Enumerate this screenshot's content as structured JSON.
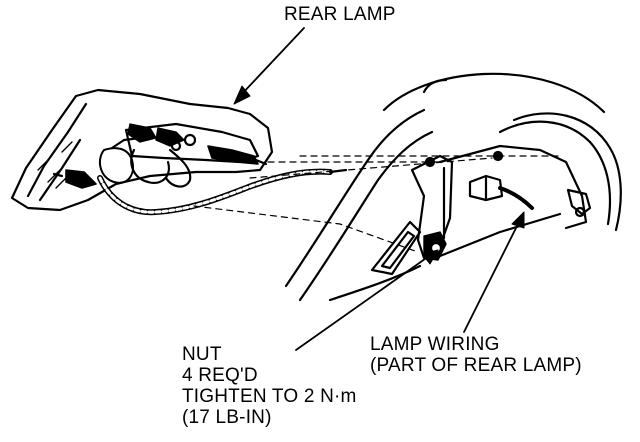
{
  "labels": {
    "rear_lamp": "REAR LAMP",
    "lamp_wiring": {
      "line1": "LAMP WIRING",
      "line2": "(PART OF REAR LAMP)"
    },
    "nut": {
      "line1": "NUT",
      "line2": "4 REQ'D",
      "line3": "TIGHTEN TO 2 N·m",
      "line4": "(17 LB-IN)"
    }
  },
  "colors": {
    "ink": "#000000",
    "paper": "#ffffff"
  }
}
